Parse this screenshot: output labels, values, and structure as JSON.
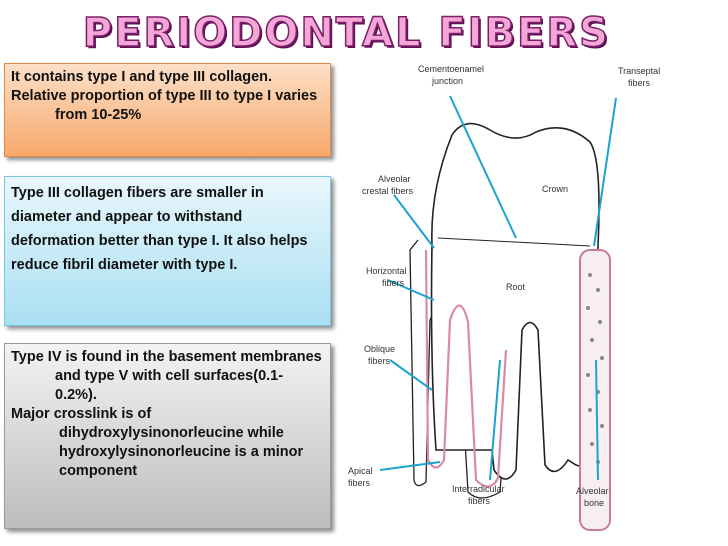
{
  "title": "PERIODONTAL FIBERS",
  "box1": {
    "line1": "It contains type I and type III collagen.",
    "line2": "Relative proportion of type III to type I varies from 10-25%"
  },
  "box2": {
    "text": "Type III collagen fibers are smaller in diameter and appear to withstand deformation better than type I. It also helps reduce fibril diameter with type I."
  },
  "box3": {
    "line1": "Type IV is found in the basement membranes and type V with cell surfaces(0.1-0.2%).",
    "line2": "Major crosslink is of",
    "line3": "dihydroxylysinonorleucine while hydroxylysinonorleucine is a minor component"
  },
  "diagram_labels": {
    "cej_1": "Cementoenamel",
    "cej_2": "junction",
    "transeptal_1": "Transeptal",
    "transeptal_2": "fibers",
    "alveolar_crest_1": "Alveolar",
    "alveolar_crest_2": "crestal fibers",
    "crown": "Crown",
    "horizontal_1": "Horizontal",
    "horizontal_2": "fibers",
    "root": "Root",
    "oblique_1": "Oblique",
    "oblique_2": "fibers",
    "apical_1": "Apical",
    "apical_2": "fibers",
    "interradicular_1": "Interradicular",
    "interradicular_2": "fibers",
    "alveolar_bone_1": "Alveolar",
    "alveolar_bone_2": "bone"
  }
}
